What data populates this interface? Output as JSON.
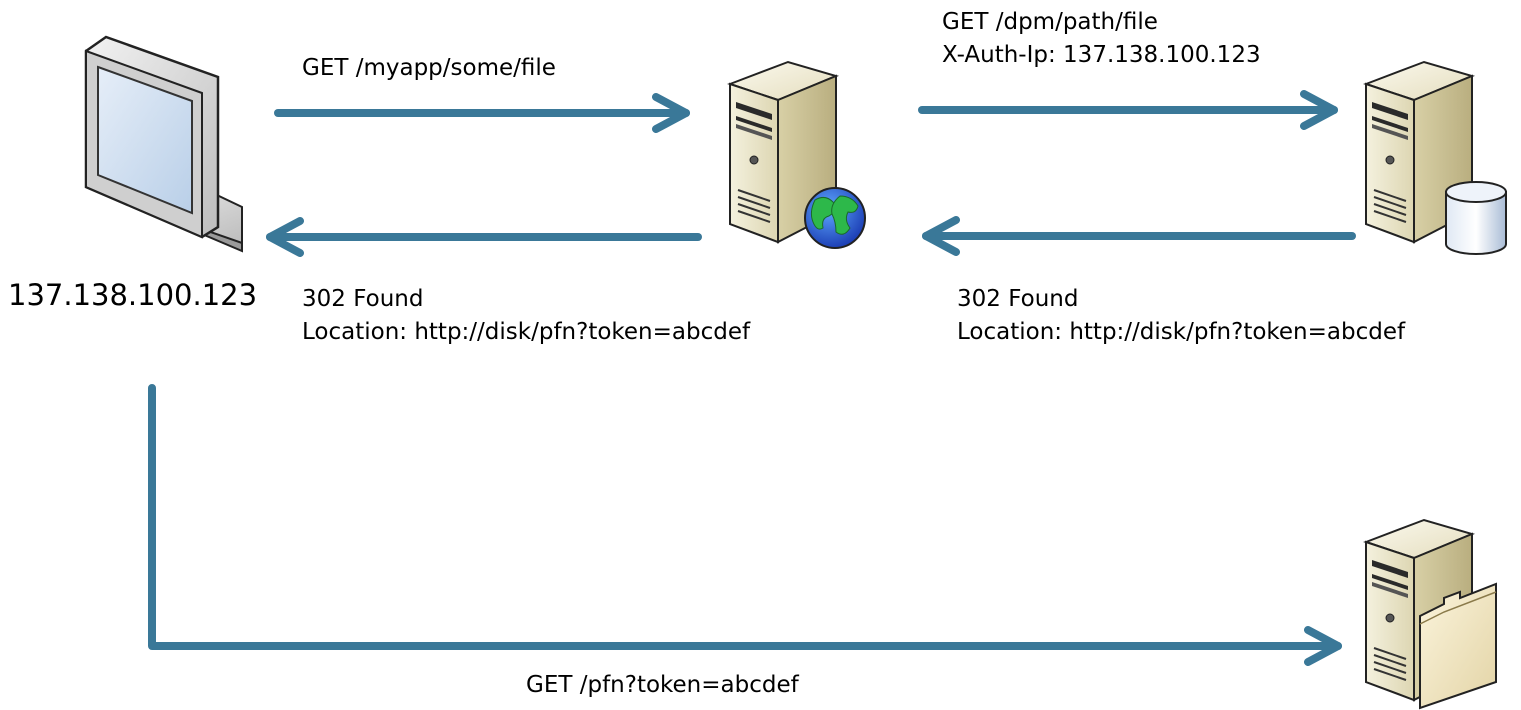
{
  "nodes": {
    "client": {
      "icon": "computer-monitor-icon",
      "ip": "137.138.100.123"
    },
    "web_server": {
      "icon": "web-server-icon"
    },
    "dpm_server": {
      "icon": "database-server-icon"
    },
    "disk_server": {
      "icon": "file-server-icon"
    }
  },
  "messages": {
    "client_request": {
      "line1": "GET /myapp/some/file"
    },
    "forward_request": {
      "line1": "GET /dpm/path/file",
      "line2": "X-Auth-Ip: 137.138.100.123"
    },
    "dpm_response": {
      "line1": "302 Found",
      "line2": "Location: http://disk/pfn?token=abcdef"
    },
    "client_response": {
      "line1": "302 Found",
      "line2": "Location: http://disk/pfn?token=abcdef"
    },
    "disk_request": {
      "line1": "GET /pfn?token=abcdef"
    }
  },
  "colors": {
    "arrow": "#3a7898",
    "server_body": "#e7e2c6",
    "server_dark": "#bdb48a",
    "monitor_frame": "#d9d9d9",
    "screen": "#c8daee"
  }
}
